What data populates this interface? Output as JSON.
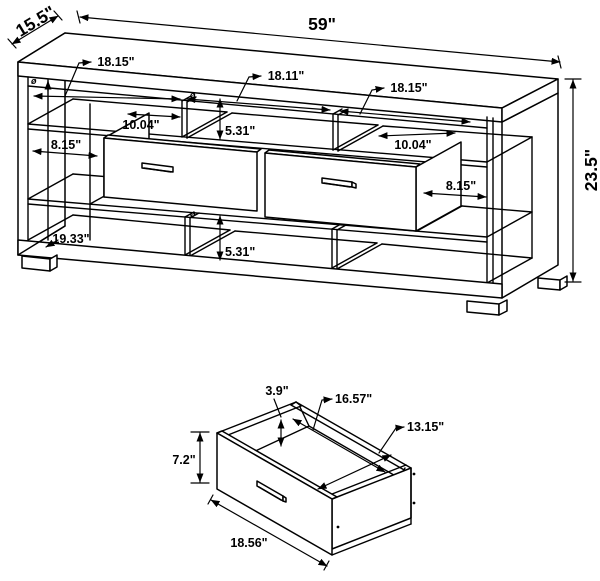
{
  "console_diagram": {
    "overall_width": "59\"",
    "overall_depth": "15.5\"",
    "overall_height": "23.5\"",
    "top_row_left_width": "18.15\"",
    "top_row_middle_width": "18.11\"",
    "top_row_right_width": "18.15\"",
    "left_shelf_depth": "10.04\"",
    "right_shelf_depth": "10.04\"",
    "top_row_height": "5.31\"",
    "bottom_row_height": "5.31\"",
    "left_opening_width": "8.15\"",
    "right_opening_depth": "8.15\"",
    "bottom_left_compartment_width": "19.33\"",
    "hole_symbol": "ø"
  },
  "drawer_diagram": {
    "inner_height": "3.9\"",
    "inner_width": "16.57\"",
    "inner_depth": "13.15\"",
    "front_height": "7.2\"",
    "front_width": "18.56\""
  }
}
